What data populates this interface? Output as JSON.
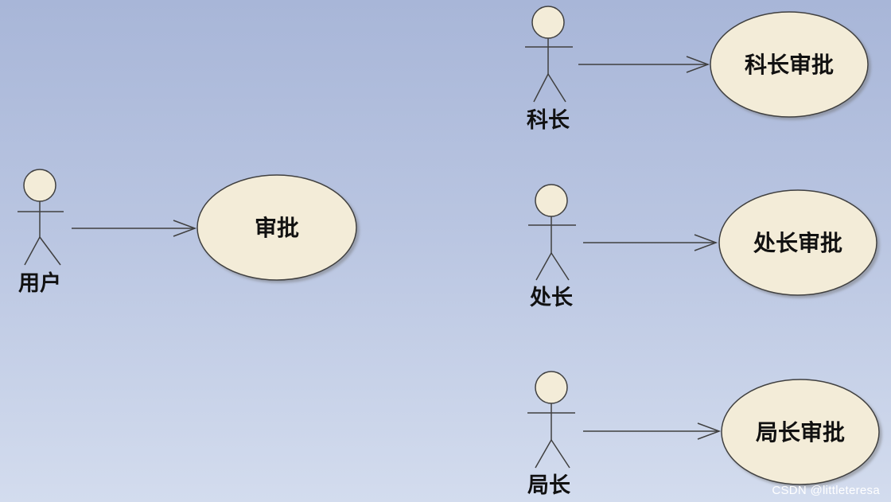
{
  "actors": [
    {
      "id": "user",
      "label": "用户"
    },
    {
      "id": "section_chief",
      "label": "科长"
    },
    {
      "id": "division_chief",
      "label": "处长"
    },
    {
      "id": "bureau_chief",
      "label": "局长"
    }
  ],
  "use_cases": [
    {
      "id": "approve",
      "label": "审批"
    },
    {
      "id": "section_approve",
      "label": "科长审批"
    },
    {
      "id": "division_approve",
      "label": "处长审批"
    },
    {
      "id": "bureau_approve",
      "label": "局长审批"
    }
  ],
  "associations": [
    {
      "from": "user",
      "to": "approve"
    },
    {
      "from": "section_chief",
      "to": "section_approve"
    },
    {
      "from": "division_chief",
      "to": "division_approve"
    },
    {
      "from": "bureau_chief",
      "to": "bureau_approve"
    }
  ],
  "colors": {
    "use_case_fill": "#f3ecd8",
    "actor_head_fill": "#f3ecd8",
    "stroke": "#404040"
  },
  "watermark": "CSDN @littleteresa"
}
